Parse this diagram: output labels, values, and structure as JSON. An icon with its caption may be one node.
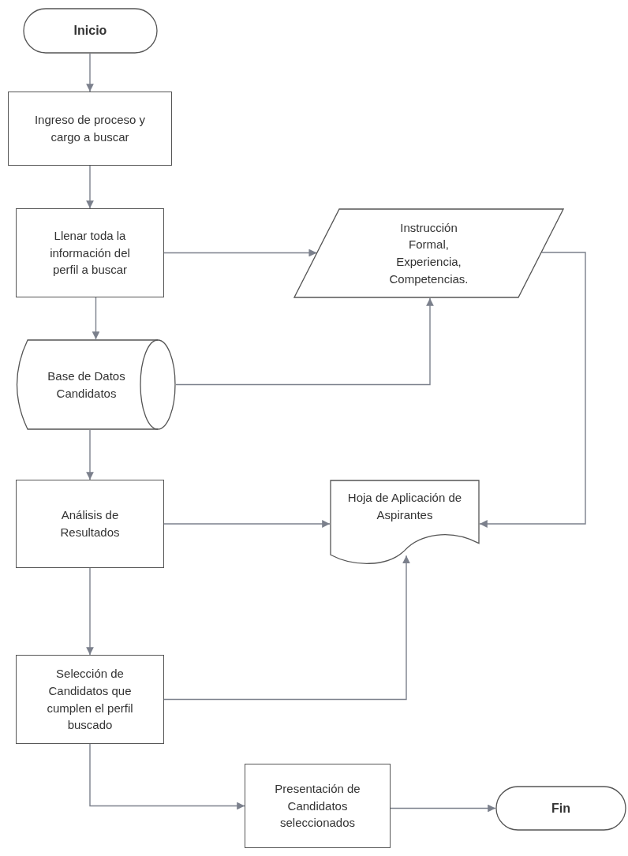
{
  "diagram": {
    "nodes": [
      {
        "text": [
          "Inicio"
        ]
      },
      {
        "text": [
          "Ingreso de proceso y cargo a buscar"
        ]
      },
      {
        "text": [
          "Llenar toda la información del perfil a buscar"
        ]
      },
      {
        "text": [
          "Instrucción Formal, Experiencia, Competencias."
        ]
      },
      {
        "text": [
          "Base de Datos Candidatos"
        ]
      },
      {
        "text": [
          "Análisis de Resultados"
        ]
      },
      {
        "text": [
          "Hoja de Aplicación de Aspirantes"
        ]
      },
      {
        "text": [
          "Selección de Candidatos que cumplen el perfil buscado"
        ]
      },
      {
        "text": [
          "Presentación de Candidatos seleccionados"
        ]
      },
      {
        "text": [
          "Fin"
        ]
      }
    ],
    "edges": [
      {
        "from": 0,
        "to": 1,
        "arrow": "to"
      },
      {
        "from": 1,
        "to": 2,
        "arrow": "to"
      },
      {
        "from": 2,
        "to": 3,
        "arrow": "to"
      },
      {
        "from": 2,
        "to": 4,
        "arrow": "to"
      },
      {
        "from": 4,
        "to": 3,
        "arrow": "to"
      },
      {
        "from": 3,
        "to": 6,
        "arrow": "to"
      },
      {
        "from": 4,
        "to": 5,
        "arrow": "to"
      },
      {
        "from": 5,
        "to": 6,
        "arrow": "to"
      },
      {
        "from": 5,
        "to": 7,
        "arrow": "to"
      },
      {
        "from": 7,
        "to": 6,
        "arrow": "to"
      },
      {
        "from": 7,
        "to": 8,
        "arrow": "to"
      },
      {
        "from": 8,
        "to": 9,
        "arrow": "to"
      }
    ]
  }
}
